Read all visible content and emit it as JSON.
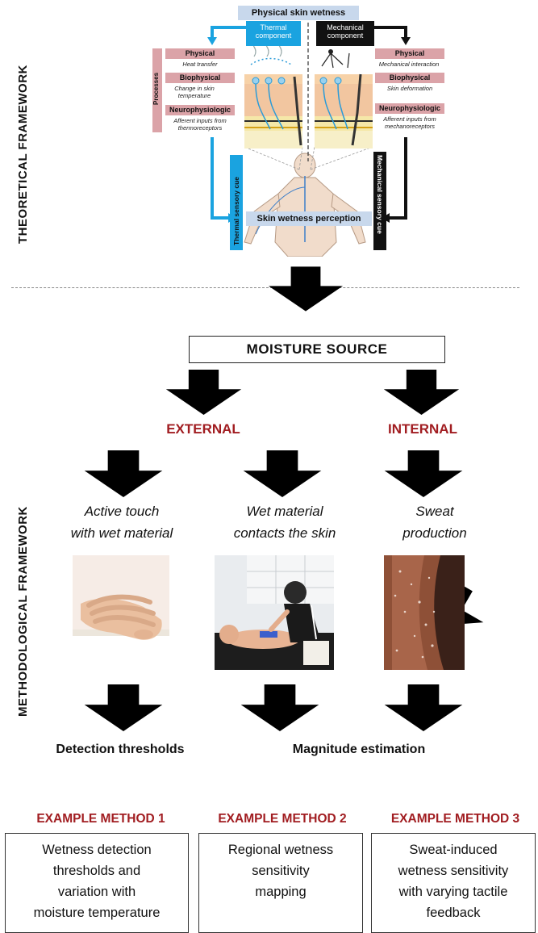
{
  "theoretical_label": "THEORETICAL FRAMEWORK",
  "methodological_label": "METHODOLOGICAL FRAMEWORK",
  "figure": {
    "title": "Physical skin wetness",
    "thermal_component": "Thermal component",
    "mechanical_component": "Mechanical component",
    "processes_label": "Processes",
    "left_processes": [
      {
        "head": "Physical",
        "desc": "Heat transfer"
      },
      {
        "head": "Biophysical",
        "desc": "Change in skin temperature"
      },
      {
        "head": "Neurophysiologic",
        "desc": "Afferent inputs from thermoreceptors"
      }
    ],
    "right_processes": [
      {
        "head": "Physical",
        "desc": "Mechanical interaction"
      },
      {
        "head": "Biophysical",
        "desc": "Skin deformation"
      },
      {
        "head": "Neurophysiologic",
        "desc": "Afferent inputs from mechanoreceptors"
      }
    ],
    "thermal_cue": "Thermal sensory cue",
    "mechanical_cue": "Mechanical sensory cue",
    "perception": "Skin wetness perception",
    "colors": {
      "thermal": "#1aa3e0",
      "mechanical": "#111111",
      "process": "#dba3a8",
      "title_bg": "#c8d8ec"
    }
  },
  "moisture_source": "MOISTURE SOURCE",
  "external": "EXTERNAL",
  "internal": "INTERNAL",
  "scenarios": [
    {
      "line1": "Active touch",
      "line2": "with wet material"
    },
    {
      "line1": "Wet material",
      "line2": "contacts the skin"
    },
    {
      "line1": "Sweat",
      "line2": "production"
    }
  ],
  "detection_thresholds": "Detection thresholds",
  "magnitude_estimation": "Magnitude estimation",
  "methods": [
    {
      "title": "EXAMPLE METHOD 1",
      "lines": [
        "Wetness detection",
        "thresholds and",
        "variation with",
        "moisture temperature"
      ]
    },
    {
      "title": "EXAMPLE METHOD 2",
      "lines": [
        "Regional wetness",
        "sensitivity",
        "mapping"
      ]
    },
    {
      "title": "EXAMPLE METHOD 3",
      "lines": [
        "Sweat-induced",
        "wetness sensitivity",
        "with varying tactile",
        "feedback"
      ]
    }
  ],
  "accent_color": "#a11d21"
}
